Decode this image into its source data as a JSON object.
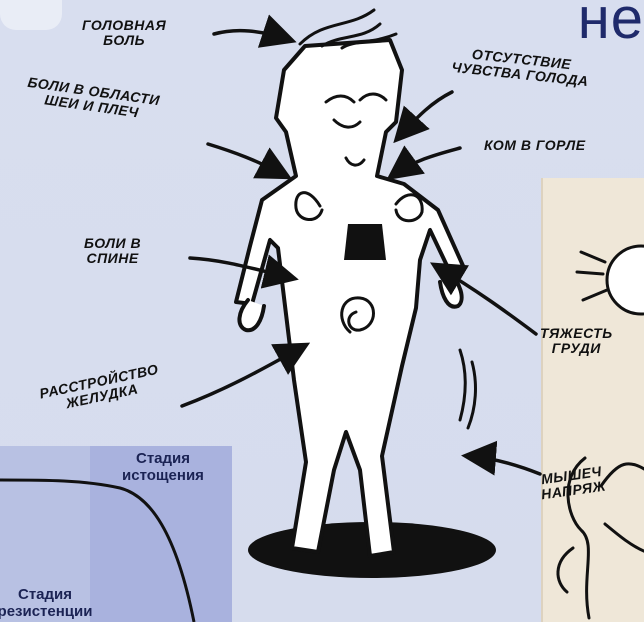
{
  "page": {
    "heading_fragment": "не"
  },
  "labels": {
    "headache": "ГОЛОВНАЯ\nБОЛЬ",
    "no_hunger": "ОТСУТСТВИЕ\nЧУВСТВА ГОЛОДА",
    "neck_shoulder_pain": "БОЛИ В ОБЛАСТИ\nШЕИ И ПЛЕЧ",
    "throat_lump": "КОМ В ГОРЛЕ",
    "back_pain": "БОЛИ В\nСПИНЕ",
    "chest_heaviness": "ТЯЖЕСТЬ\nГРУДИ",
    "stomach_upset": "РАССТРОЙСТВО\nЖЕЛУДКА",
    "muscle_tension": "МЫШЕЧ\nНАПРЯЖ"
  },
  "stages": {
    "exhaustion": "Стадия\nистощения",
    "resistance": "Стадия\nрезистенции"
  }
}
